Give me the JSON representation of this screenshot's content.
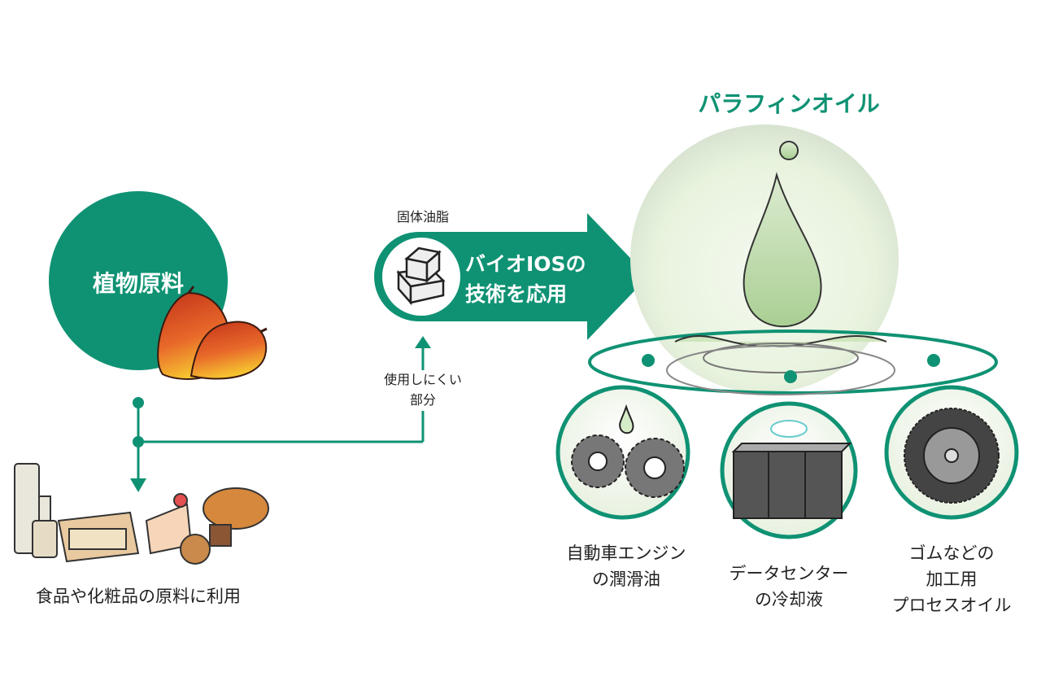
{
  "colors": {
    "primary_green": "#0f9273",
    "light_green": "#e6f2dc",
    "drop_green": "#b8d9a4"
  },
  "left": {
    "raw_material_label": "植物原料",
    "usage_label": "食品や化粧品の原料に利用",
    "unused_part_line1": "使用しにくい",
    "unused_part_line2": "部分"
  },
  "process": {
    "input_label": "固体油脂",
    "arrow_line1": "バイオIOSの",
    "arrow_line2": "技術を応用"
  },
  "product": {
    "title": "パラフィンオイル",
    "applications": [
      {
        "icon": "gears-icon",
        "line1": "自動車エンジン",
        "line2": "の潤滑油"
      },
      {
        "icon": "server-icon",
        "line1": "データセンター",
        "line2": "の冷却液"
      },
      {
        "icon": "tire-icon",
        "line1": "ゴムなどの",
        "line2": "加工用",
        "line3": "プロセスオイル"
      }
    ]
  }
}
